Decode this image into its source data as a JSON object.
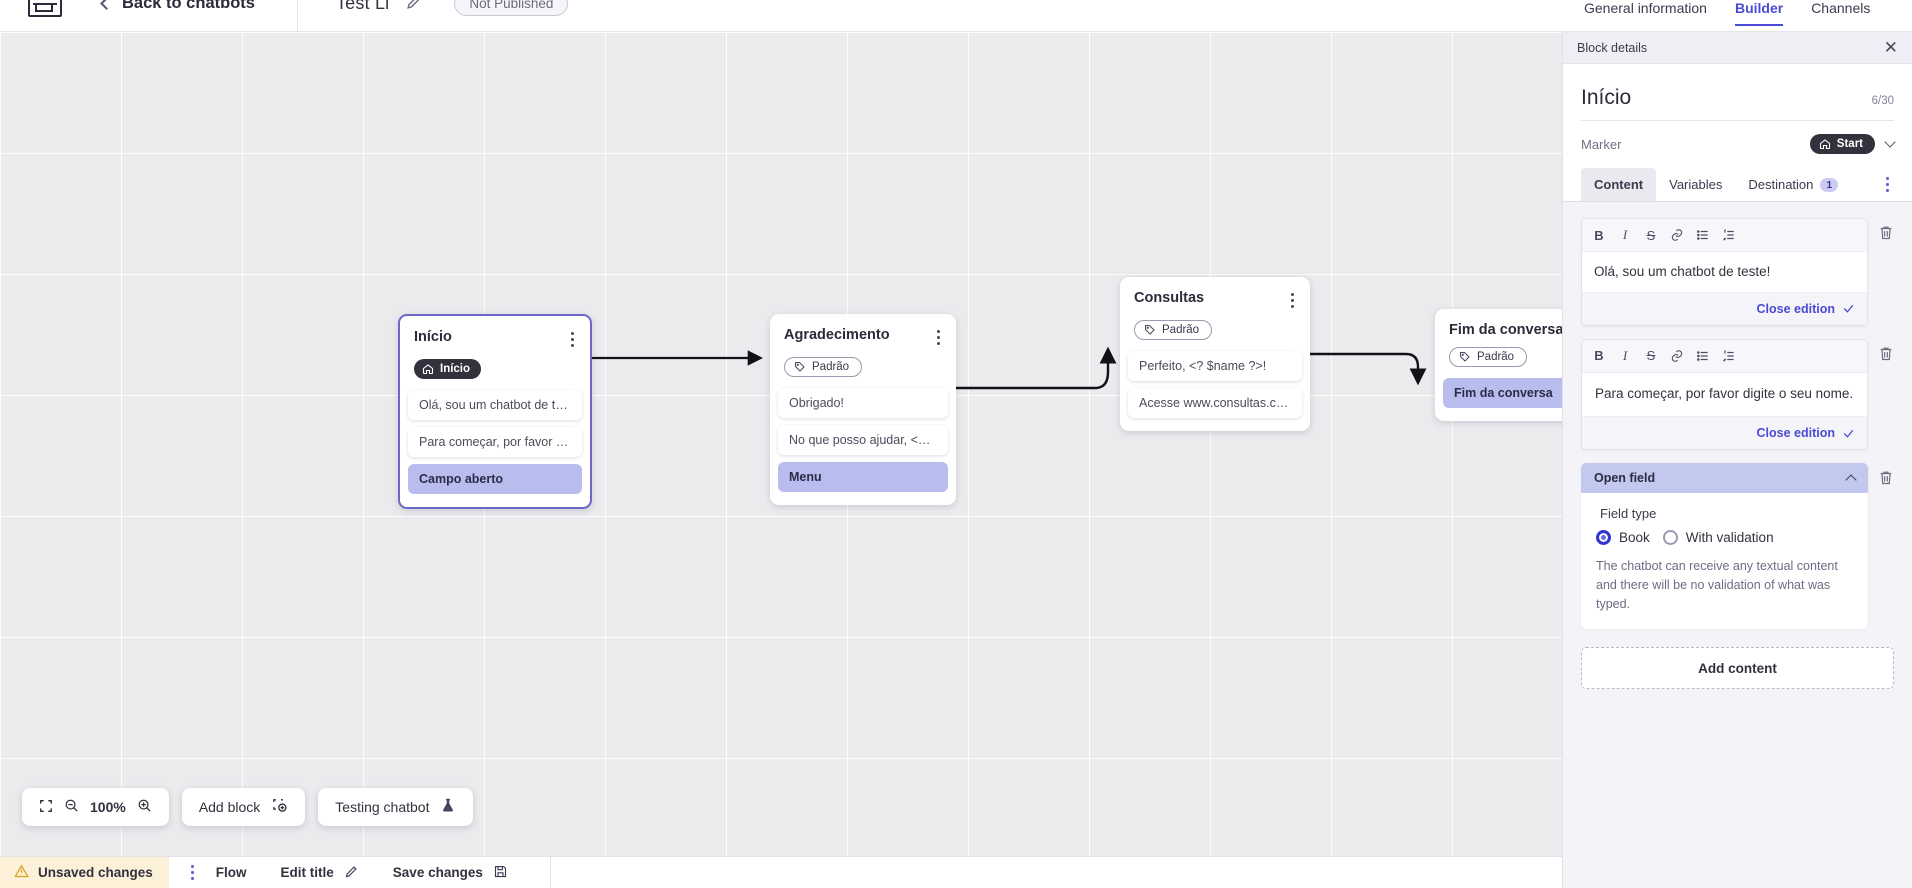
{
  "header": {
    "logo_icon": "chatbot-logo-icon",
    "back_label": "Back to chatbots",
    "bot_title": "Test Li",
    "edit_icon": "pencil-icon",
    "publish_status": "Not Published"
  },
  "right_nav": {
    "tabs": [
      {
        "label": "General information",
        "active": false
      },
      {
        "label": "Builder",
        "active": true
      },
      {
        "label": "Channels",
        "active": false
      }
    ]
  },
  "panel": {
    "bar_title": "Block details",
    "close_icon": "close-icon",
    "title": "Início",
    "char_count": "6/30",
    "marker_label": "Marker",
    "marker_value": "Start",
    "marker_icon": "home-icon",
    "tabs": [
      {
        "label": "Content",
        "active": true,
        "badge": ""
      },
      {
        "label": "Variables",
        "active": false,
        "badge": ""
      },
      {
        "label": "Destination",
        "active": false,
        "badge": "1"
      }
    ],
    "tabs_kebab_icon": "more-vertical-icon",
    "editor_toolbar": [
      {
        "icon": "bold-icon",
        "glyph": "B"
      },
      {
        "icon": "italic-icon",
        "glyph": "I"
      },
      {
        "icon": "strikethrough-icon",
        "glyph": "S"
      },
      {
        "icon": "link-icon",
        "glyph": "⊘"
      },
      {
        "icon": "bullet-list-icon",
        "glyph": "☰"
      },
      {
        "icon": "numbered-list-icon",
        "glyph": "≡"
      }
    ],
    "blocks": [
      {
        "text": "Olá, sou um chatbot de teste!",
        "close_label": "Close edition"
      },
      {
        "text": "Para começar, por favor digite o seu nome.",
        "close_label": "Close edition"
      }
    ],
    "open_field": {
      "title": "Open field",
      "field_type_label": "Field type",
      "options": [
        {
          "label": "Book",
          "selected": true
        },
        {
          "label": "With validation",
          "selected": false
        }
      ],
      "description": "The chatbot can receive any textual content and there will be no validation of what was typed."
    },
    "add_content_label": "Add content",
    "trash_icon": "trash-icon"
  },
  "canvas": {
    "zoom_level": "100%",
    "zoom_out_icon": "zoom-out-icon",
    "zoom_in_icon": "zoom-in-icon",
    "fit_icon": "fit-screen-icon",
    "add_block_label": "Add block",
    "add_block_icon": "add-block-icon",
    "testing_label": "Testing chatbot",
    "testing_icon": "flask-icon",
    "nodes": [
      {
        "title": "Início",
        "tag": "Início",
        "tag_style": "dark",
        "tag_icon": "home-icon",
        "selected": true,
        "messages": [
          {
            "text": "Olá, sou um chatbot de teste!",
            "accent": false
          },
          {
            "text": "Para começar, por favor digite o ...",
            "accent": false
          },
          {
            "text": "Campo aberto",
            "accent": true
          }
        ]
      },
      {
        "title": "Agradecimento",
        "tag": "Padrão",
        "tag_style": "outline",
        "tag_icon": "tag-icon",
        "selected": false,
        "messages": [
          {
            "text": "Obrigado!",
            "accent": false
          },
          {
            "text": "No que posso ajudar, <? $name ...",
            "accent": false
          },
          {
            "text": "Menu",
            "accent": true
          }
        ]
      },
      {
        "title": "Consultas",
        "tag": "Padrão",
        "tag_style": "outline",
        "tag_icon": "tag-icon",
        "selected": false,
        "messages": [
          {
            "text": "Perfeito, <? $name ?>!",
            "accent": false
          },
          {
            "text": "Acesse www.consultas.com par...",
            "accent": false
          }
        ]
      },
      {
        "title": "Fim da conversa",
        "tag": "Padrão",
        "tag_style": "outline",
        "tag_icon": "tag-icon",
        "selected": false,
        "messages": [
          {
            "text": "Fim da conversa",
            "accent": true
          }
        ]
      }
    ]
  },
  "statusbar": {
    "unsaved_label": "Unsaved changes",
    "warning_icon": "warning-icon",
    "kebab_icon": "more-vertical-icon",
    "flow_label": "Flow",
    "edit_title_label": "Edit title",
    "edit_title_icon": "pencil-icon",
    "save_label": "Save changes",
    "save_icon": "save-icon"
  },
  "colors": {
    "accent": "#4a4ad6",
    "node_accent": "#b9bded",
    "openfield_header": "#c3c8ef",
    "unsaved_bg": "#fdf0d9",
    "dark_badge": "#32323f"
  }
}
